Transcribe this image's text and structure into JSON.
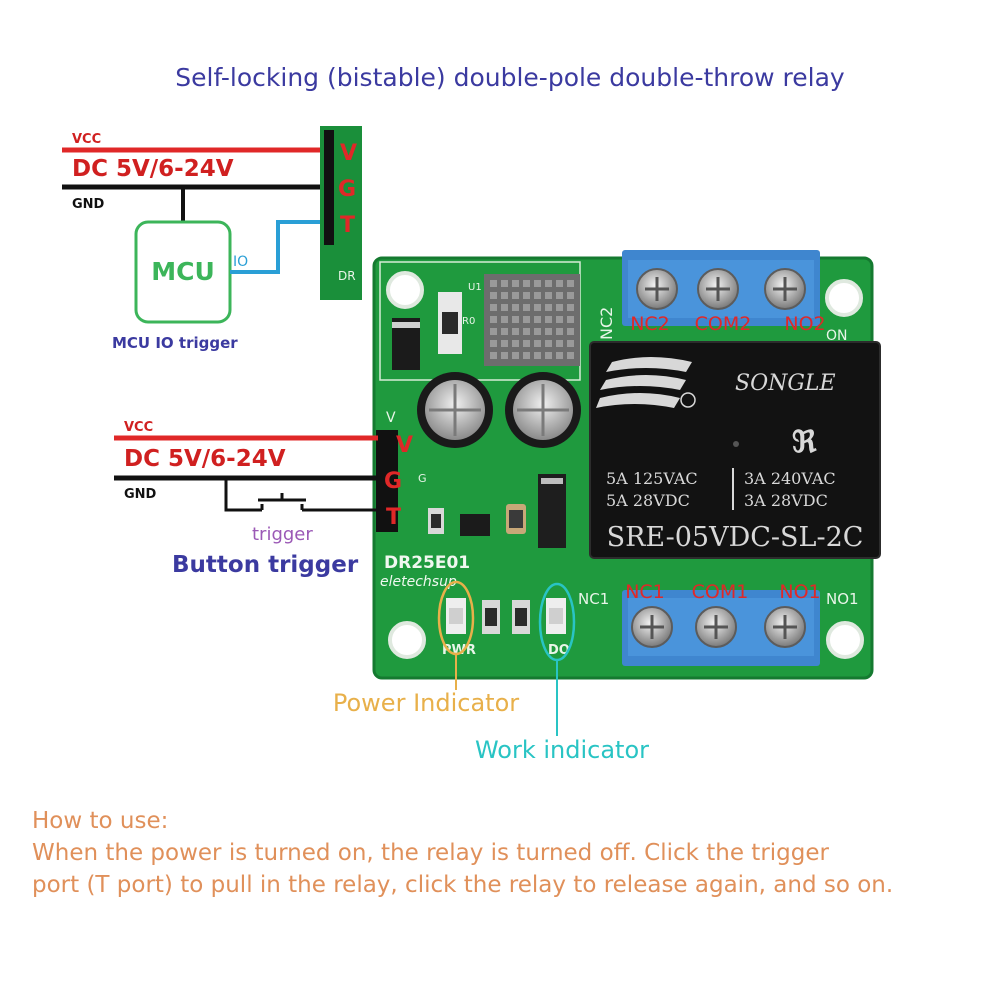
{
  "title": "Self-locking (bistable) double-pole double-throw relay",
  "wiring_top": {
    "vcc": "VCC",
    "dc": "DC 5V/6-24V",
    "gnd": "GND",
    "mcu": "MCU",
    "io": "IO",
    "caption": "MCU IO trigger"
  },
  "wiring_bottom": {
    "vcc": "VCC",
    "dc": "DC 5V/6-24V",
    "gnd": "GND",
    "switch_label": "trigger",
    "caption": "Button trigger"
  },
  "pins": [
    "V",
    "G",
    "T"
  ],
  "board": {
    "model": "DR25E01",
    "brand": "eletechsup",
    "silk_v": "V",
    "silk_g": "G",
    "silk_t": "T",
    "silk_u1": "U1",
    "silk_r0": "R0",
    "silk_dr": "DR",
    "silk_nc2": "NC2",
    "silk_nc1": "NC1",
    "silk_no1": "NO1",
    "silk_on": "ON",
    "pwr": "PWR",
    "do": "DO"
  },
  "relay": {
    "brand": "SONGLE",
    "rating_left_1": "5A  125VAC",
    "rating_left_2": "5A  28VDC",
    "rating_right_1": "3A  240VAC",
    "rating_right_2": "3A  28VDC",
    "model": "SRE-05VDC-SL-2C"
  },
  "terminals_top": [
    "NC2",
    "COM2",
    "NO2"
  ],
  "terminals_bottom": [
    "NC1",
    "COM1",
    "NO1"
  ],
  "indicators": {
    "power": "Power Indicator",
    "work": "Work indicator"
  },
  "colors": {
    "title": "#3b3aa0",
    "wire_red": "#e02828",
    "wire_blue": "#2a9fd6",
    "mcu_green": "#3cb55a",
    "board_green": "#1f9a3e",
    "power_indicator": "#e8b04a",
    "work_indicator": "#29c4c4",
    "note": "#e0905a"
  },
  "how_to_use": {
    "heading": "How to use:",
    "line1": "When the power is turned on, the relay is turned off. Click the trigger",
    "line2": "port (T port) to pull in the relay, click the relay to release again, and so on."
  }
}
